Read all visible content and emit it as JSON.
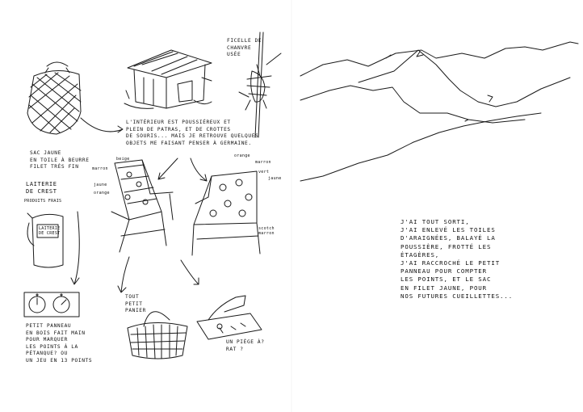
{
  "left_page": {
    "bag_caption": "SAC JAUNE\nEN TOILE À BEURRE\nFILET TRÈS FIN",
    "twine_caption": "FICELLE DE\nCHANVRE\nUSÉE",
    "interior_caption": "L'INTÉRIEUR EST POUSSIÉREUX ET\nPLEIN DE PATRAS, ET DE CROTTES\nDE SOURIS... MAIS JE RETROUVE QUELQUES\nOBJETS ME FAISANT PENSER À GERMAINE.",
    "dairy_title": "LAITERIE\nde CREST",
    "dairy_subtitle": "PRODUITS FRAIS",
    "pitcher_label": "LAITERIE\nDE CREST",
    "board_caption": "PETIT PANNEAU\nEN BOIS FAIT MAIN\nPOUR MARQUER\nLES POINTS À LA\nPÉTANQUE? OU\nUN JEU EN 13 POINTS",
    "basket_caption": "TOUT\nPETIT\nPANIER",
    "trap_caption": "UN PIÈGE À?\nRAT ?",
    "chair1_labels": {
      "marron": "marron",
      "beige": "beige",
      "jaune": "jaune",
      "orange": "orange"
    },
    "chair2_labels": {
      "orange": "orange",
      "marron": "marron",
      "vert": "vert",
      "jaune": "jaune",
      "scotch": "scotch\nmarron"
    }
  },
  "right_page": {
    "text": "J'AI TOUT SORTI,\nJ'AI ENLEVÉ LES TOILES\nD'ARAIGNÉES, BALAYÉ LA\nPOUSSIÈRE, FROTTÉ LES\nÉTAGÈRES,\nJ'AI RACCROCHÉ LE PETIT\nPANNEAU POUR COMPTER\nLES POINTS, ET LE SAC\nEN FILET JAUNE, POUR\nNOS FUTURES CUEILLETTES..."
  },
  "colors": {
    "ink": "#1a1a1a",
    "paper": "#ffffff"
  },
  "icons": [
    "net-bag-icon",
    "shed-icon",
    "twine-post-icon",
    "folding-chair-icon",
    "milk-pitcher-icon",
    "score-board-icon",
    "basket-icon",
    "trap-icon",
    "mountain-landscape-icon"
  ]
}
